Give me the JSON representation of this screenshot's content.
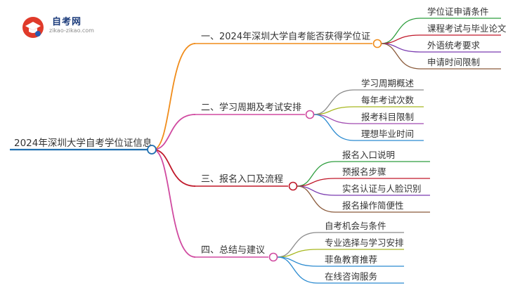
{
  "logo": {
    "icon": "graduation-cap-icon",
    "title": "自考网",
    "url": "zikao-zikao.com"
  },
  "root": {
    "label": "2024年深圳大学自考学位证信息",
    "color": "#1f6fb0"
  },
  "branches": [
    {
      "label": "一、2024年深圳大学自考能否获得学位证",
      "color": "#f08c1a",
      "children": [
        {
          "label": "学位证申请条件",
          "color": "#2e9e3e"
        },
        {
          "label": "课程考试与毕业论文",
          "color": "#c0182a"
        },
        {
          "label": "外语统考要求",
          "color": "#7a3bb0"
        },
        {
          "label": "申请时间限制",
          "color": "#8a5a3a"
        }
      ]
    },
    {
      "label": "二、学习周期及考试安排",
      "color": "#d04aa0",
      "children": [
        {
          "label": "学习周期概述",
          "color": "#8a8a8a"
        },
        {
          "label": "每年考试次数",
          "color": "#a8b820"
        },
        {
          "label": "报考科目限制",
          "color": "#a04ab0"
        },
        {
          "label": "理想毕业时间",
          "color": "#2a8ad0"
        }
      ]
    },
    {
      "label": "三、报名入口及流程",
      "color": "#c0182a",
      "children": [
        {
          "label": "报名入口说明",
          "color": "#2e9e3e"
        },
        {
          "label": "预报名步骤",
          "color": "#c0182a"
        },
        {
          "label": "实名认证与人脸识别",
          "color": "#7a3bb0"
        },
        {
          "label": "报名操作简便性",
          "color": "#8a5a3a"
        }
      ]
    },
    {
      "label": "四、总结与建议",
      "color": "#d04aa0",
      "children": [
        {
          "label": "自考机会与条件",
          "color": "#8a8a8a"
        },
        {
          "label": "专业选择与学习安排",
          "color": "#a8b820"
        },
        {
          "label": "菲鱼教育推荐",
          "color": "#2a8ad0"
        },
        {
          "label": "在线咨询服务",
          "color": "#2a8ad0"
        }
      ]
    }
  ]
}
